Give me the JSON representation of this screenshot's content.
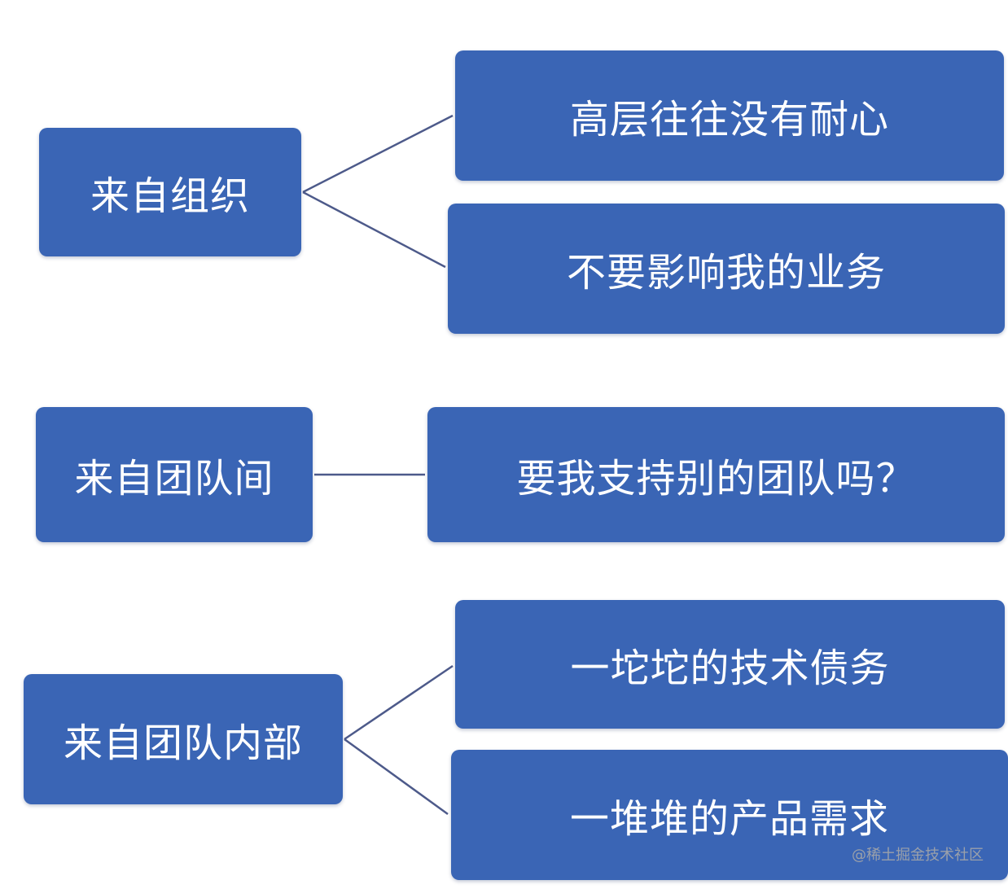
{
  "groups": [
    {
      "source": "来自组织",
      "items": [
        "高层往往没有耐心",
        "不要影响我的业务"
      ]
    },
    {
      "source": "来自团队间",
      "items": [
        "要我支持别的团队吗？"
      ]
    },
    {
      "source": "来自团队内部",
      "items": [
        "一坨坨的技术债务",
        "一堆堆的产品需求"
      ]
    }
  ],
  "watermark": "@稀土掘金技术社区",
  "colors": {
    "box_fill": "#3a65b5",
    "box_text": "#ffffff",
    "connector": "#4d5a8a",
    "background": "#ffffff"
  }
}
